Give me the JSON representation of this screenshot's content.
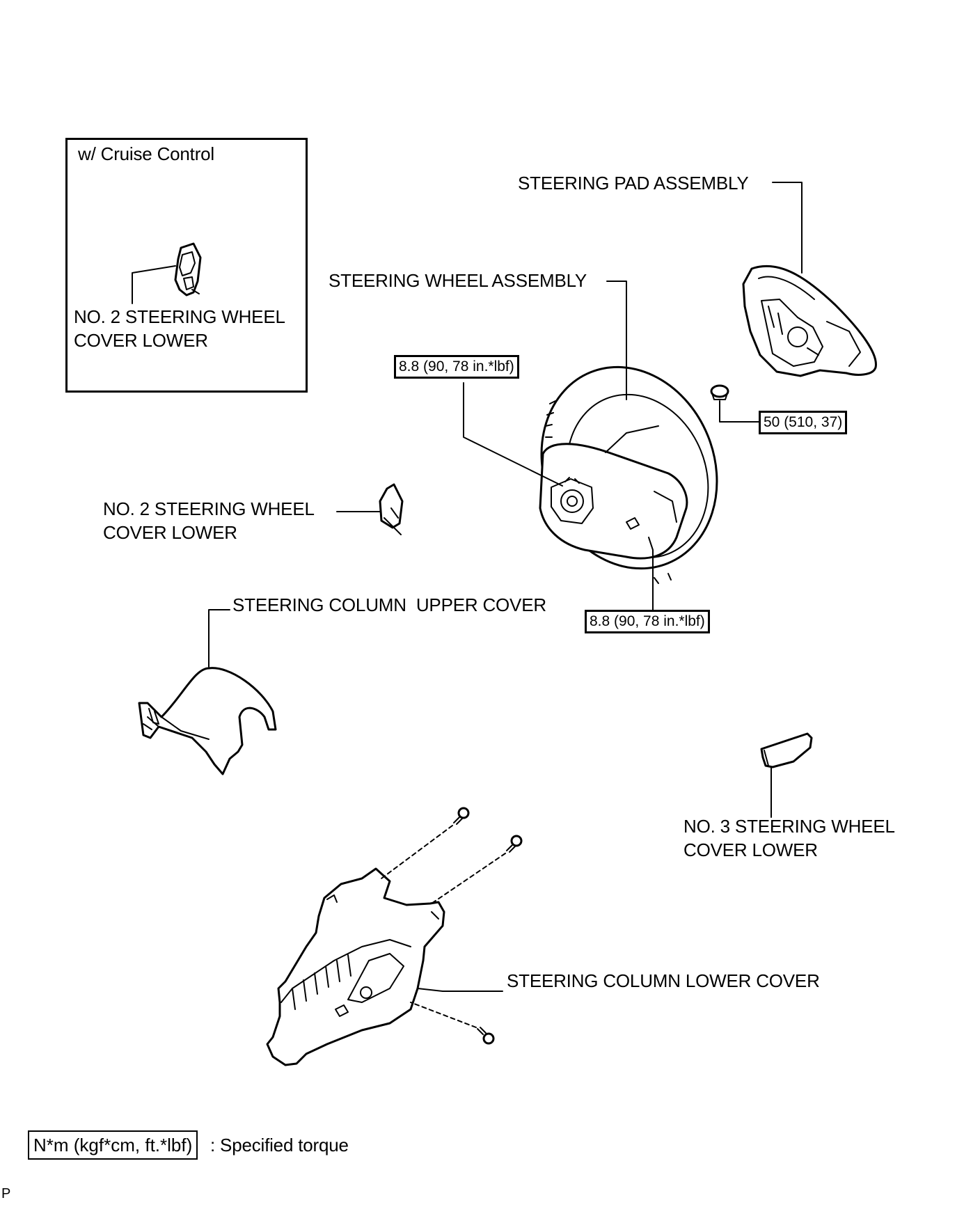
{
  "inset": {
    "title": "w/ Cruise Control",
    "part_label": "NO. 2 STEERING WHEEL\nCOVER LOWER"
  },
  "parts": {
    "steering_pad": "STEERING PAD ASSEMBLY",
    "steering_wheel": "STEERING WHEEL ASSEMBLY",
    "no2_cover_left_line1": "NO. 2 STEERING WHEEL",
    "no2_cover_left_line2": "COVER LOWER",
    "upper_cover": "STEERING COLUMN  UPPER COVER",
    "no3_cover_line1": "NO. 3 STEERING WHEEL",
    "no3_cover_line2": "COVER LOWER",
    "lower_cover": "STEERING COLUMN LOWER COVER",
    "inset_line1": "NO. 2 STEERING WHEEL",
    "inset_line2": "COVER LOWER"
  },
  "torques": {
    "upper_left": "8.8 (90, 78 in.*lbf)",
    "lower_right": "8.8 (90, 78 in.*lbf)",
    "nut": "50 (510, 37)"
  },
  "legend": {
    "box": "N*m (kgf*cm, ft.*lbf)",
    "text": ": Specified torque"
  },
  "corner_mark": "P"
}
